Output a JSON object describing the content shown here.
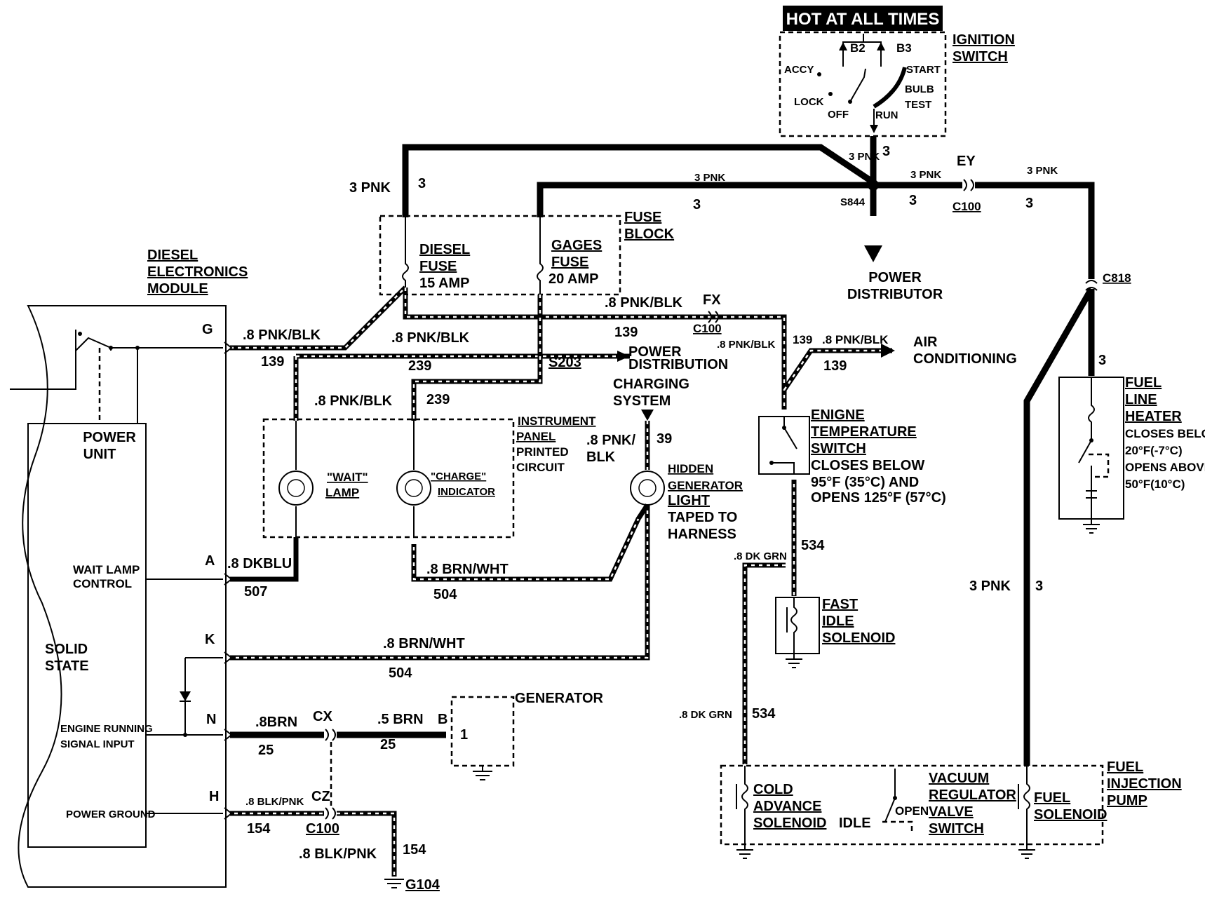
{
  "header": {
    "hot_label": "HOT AT ALL TIMES"
  },
  "ignition": {
    "title_line1": "IGNITION",
    "title_line2": "SWITCH",
    "accy": "ACCY",
    "lock": "LOCK",
    "off": "OFF",
    "run": "RUN",
    "start": "START",
    "bulb": "BULB",
    "test": "TEST",
    "b2": "B2",
    "b3": "B3"
  },
  "fuse_block": {
    "title_line1": "FUSE",
    "title_line2": "BLOCK",
    "diesel_fuse": [
      "DIESEL",
      "FUSE",
      "15 AMP"
    ],
    "gages_fuse": [
      "GAGES",
      "FUSE",
      "20 AMP"
    ]
  },
  "dem": {
    "title": [
      "DIESEL",
      "ELECTRONICS",
      "MODULE"
    ],
    "power_unit": [
      "POWER",
      "UNIT"
    ],
    "wait_lamp_control": [
      "WAIT LAMP",
      "CONTROL"
    ],
    "solid_state": [
      "SOLID",
      "STATE"
    ],
    "engine_running": [
      "ENGINE RUNNING",
      "SIGNAL INPUT"
    ],
    "power_ground": "POWER GROUND",
    "pins": {
      "g": "G",
      "a": "A",
      "k": "K",
      "n": "N",
      "h": "H"
    }
  },
  "instrument_panel": {
    "title": [
      "INSTRUMENT",
      "PANEL",
      "PRINTED",
      "CIRCUIT"
    ],
    "wait_lamp": [
      "\"WAIT\"",
      "LAMP"
    ],
    "charge_indicator": [
      "\"CHARGE\"",
      "INDICATOR"
    ]
  },
  "hidden_light": [
    "HIDDEN",
    "GENERATOR",
    "LIGHT",
    "TAPED TO",
    "HARNESS"
  ],
  "charging_system": [
    "CHARGING",
    "SYSTEM"
  ],
  "power_distribution": [
    "POWER",
    "DISTRIBUTION"
  ],
  "power_distributor": [
    "POWER",
    "DISTRIBUTOR"
  ],
  "air_conditioning": [
    "AIR",
    "CONDITIONING"
  ],
  "temp_switch": {
    "title": [
      "ENIGNE",
      "TEMPERATURE",
      "SWITCH"
    ],
    "desc": [
      "CLOSES BELOW",
      "95°F (35°C) AND",
      "OPENS 125°F (57°C)"
    ]
  },
  "fuel_heater": {
    "title": [
      "FUEL",
      "LINE",
      "HEATER"
    ],
    "desc": [
      "CLOSES BELOW",
      "20°F(-7°C)",
      "OPENS ABOVE",
      "50°F(10°C)"
    ]
  },
  "fast_idle": [
    "FAST",
    "IDLE",
    "SOLENOID"
  ],
  "generator": {
    "title": "GENERATOR",
    "terminal_b": "B",
    "pin": "1"
  },
  "injection_pump": {
    "title": [
      "FUEL",
      "INJECTION",
      "PUMP"
    ],
    "cold_advance": [
      "COLD",
      "ADVANCE",
      "SOLENOID"
    ],
    "idle": "IDLE",
    "open": "OPEN",
    "vacuum": [
      "VACUUM",
      "REGULATOR",
      "VALVE",
      "SWITCH"
    ],
    "fuel_solenoid": [
      "FUEL",
      "SOLENOID"
    ]
  },
  "connectors": {
    "s844": "S844",
    "s203": "S203",
    "c100": "C100",
    "c818": "C818",
    "ey": "EY",
    "fx": "FX",
    "cx": "CX",
    "cz": "CZ",
    "g104": "G104"
  },
  "wires": {
    "pnk3": "3 PNK",
    "c3": "3",
    "pnkblk08": ".8 PNK/BLK",
    "c139": "139",
    "c239": "239",
    "pnk08": ".8 PNK/",
    "blk": "BLK",
    "c39": "39",
    "dkblu08": ".8 DKBLU",
    "c507": "507",
    "brnwht08": ".8 BRN/WHT",
    "c504": "504",
    "brn08": ".8BRN",
    "brn05": ".5 BRN",
    "c25": "25",
    "blkpnk08": ".8 BLK/PNK",
    "c154": "154",
    "dkgrn08": ".8 DK GRN",
    "c534": "534"
  }
}
